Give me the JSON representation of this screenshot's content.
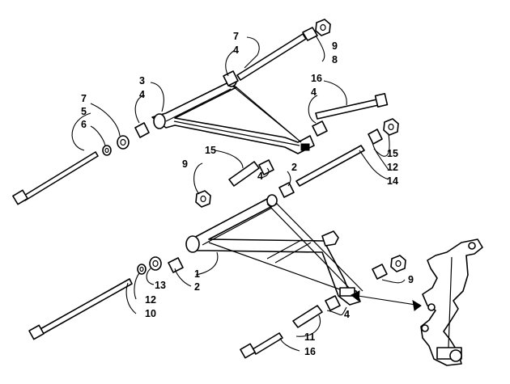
{
  "diagram": {
    "callouts": [
      {
        "id": "c1",
        "text": "1"
      },
      {
        "id": "c2a",
        "text": "2"
      },
      {
        "id": "c2b",
        "text": "2"
      },
      {
        "id": "c3",
        "text": "3"
      },
      {
        "id": "c4a",
        "text": "4"
      },
      {
        "id": "c4b",
        "text": "4"
      },
      {
        "id": "c4c",
        "text": "4"
      },
      {
        "id": "c4d",
        "text": "4"
      },
      {
        "id": "c4e",
        "text": "4"
      },
      {
        "id": "c5",
        "text": "5"
      },
      {
        "id": "c6",
        "text": "6"
      },
      {
        "id": "c7a",
        "text": "7"
      },
      {
        "id": "c7b",
        "text": "7"
      },
      {
        "id": "c8",
        "text": "8"
      },
      {
        "id": "c9a",
        "text": "9"
      },
      {
        "id": "c9b",
        "text": "9"
      },
      {
        "id": "c9c",
        "text": "9"
      },
      {
        "id": "c10",
        "text": "10"
      },
      {
        "id": "c11",
        "text": "11"
      },
      {
        "id": "c12a",
        "text": "12"
      },
      {
        "id": "c12b",
        "text": "12"
      },
      {
        "id": "c13",
        "text": "13"
      },
      {
        "id": "c14",
        "text": "14"
      },
      {
        "id": "c15a",
        "text": "15"
      },
      {
        "id": "c15b",
        "text": "15"
      },
      {
        "id": "c16a",
        "text": "16"
      },
      {
        "id": "c16b",
        "text": "16"
      }
    ]
  }
}
